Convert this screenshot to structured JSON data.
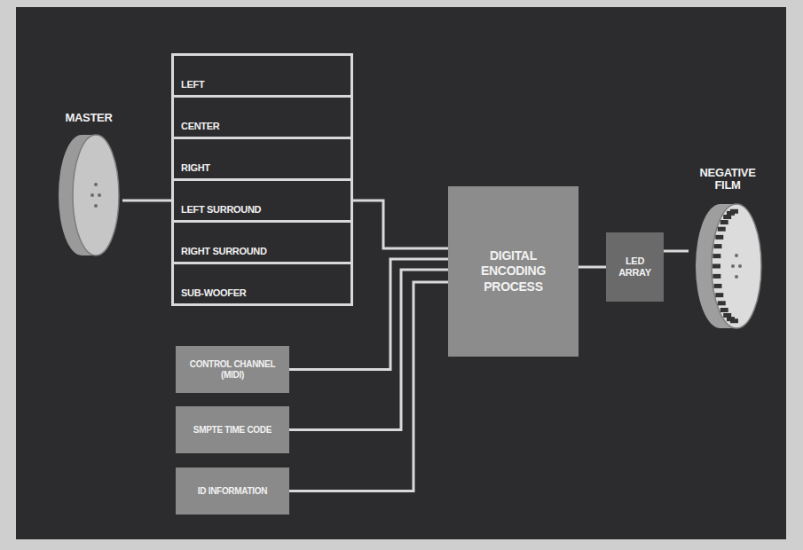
{
  "diagram": {
    "nodes": [
      {
        "text": [
          "MASTER"
        ]
      },
      {
        "text": [
          "LEFT"
        ]
      },
      {
        "text": [
          "CENTER"
        ]
      },
      {
        "text": [
          "RIGHT"
        ]
      },
      {
        "text": [
          "LEFT SURROUND"
        ]
      },
      {
        "text": [
          "RIGHT SURROUND"
        ]
      },
      {
        "text": [
          "SUB-WOOFER"
        ]
      },
      {
        "text": [
          "CONTROL CHANNEL (MIDI)"
        ]
      },
      {
        "text": [
          "SMPTE TIME CODE"
        ]
      },
      {
        "text": [
          "ID INFORMATION"
        ]
      },
      {
        "text": [
          "DIGITAL ENCODING PROCESS"
        ]
      },
      {
        "text": [
          "LED ARRAY"
        ]
      },
      {
        "text": [
          "NEGATIVE FILM"
        ]
      }
    ],
    "edges": [
      {
        "from": 0,
        "to": 4,
        "arrow": "none"
      },
      {
        "from": 4,
        "to": 10,
        "arrow": "none"
      },
      {
        "from": 7,
        "to": 10,
        "arrow": "none"
      },
      {
        "from": 8,
        "to": 10,
        "arrow": "none"
      },
      {
        "from": 9,
        "to": 10,
        "arrow": "none"
      },
      {
        "from": 10,
        "to": 11,
        "arrow": "none"
      },
      {
        "from": 11,
        "to": 12,
        "arrow": "none"
      }
    ]
  }
}
